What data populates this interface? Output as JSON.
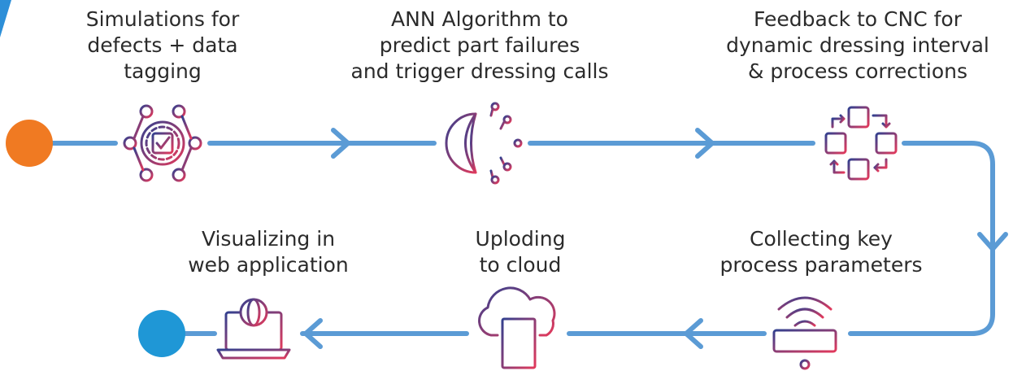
{
  "steps": [
    {
      "name": "simulations",
      "lines": [
        "Simulations for",
        "defects + data",
        "tagging"
      ],
      "icon": "gear-checklist-network-icon"
    },
    {
      "name": "ann",
      "lines": [
        "ANN Algorithm to",
        "predict part failures",
        "and trigger dressing calls"
      ],
      "icon": "neural-globe-icon"
    },
    {
      "name": "feedback",
      "lines": [
        "Feedback to CNC for",
        "dynamic dressing interval",
        "& process corrections"
      ],
      "icon": "cycle-process-icon"
    },
    {
      "name": "collecting",
      "lines": [
        "Collecting key",
        "process parameters"
      ],
      "icon": "wifi-server-icon"
    },
    {
      "name": "uploading",
      "lines": [
        "Uploding",
        "to cloud"
      ],
      "icon": "cloud-server-icon"
    },
    {
      "name": "visualizing",
      "lines": [
        "Visualizing in",
        "web application"
      ],
      "icon": "laptop-globe-icon"
    }
  ],
  "colors": {
    "line": "#5b9bd5",
    "start_dot": "#f07a22",
    "end_dot": "#1f97d6",
    "corner_accent": "#2d8fd8",
    "icon_gradient_start": "#33408f",
    "icon_gradient_end": "#e23a5c",
    "text": "#2b2b2b"
  }
}
